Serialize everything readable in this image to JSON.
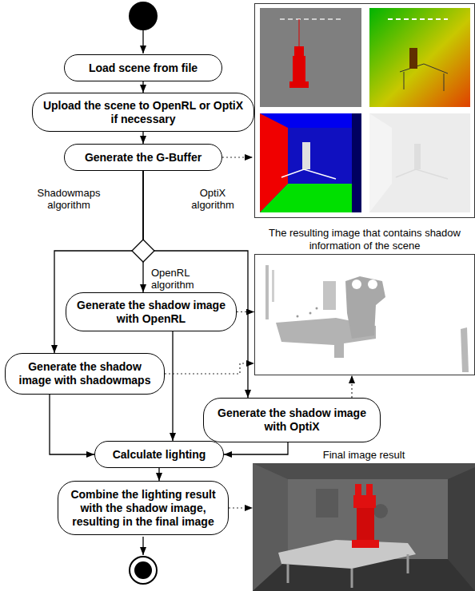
{
  "diagram": {
    "nodes": [
      {
        "text": [
          "Load scene from file"
        ]
      },
      {
        "text": [
          "Upload the scene to OpenRL or OptiX if necessary"
        ]
      },
      {
        "text": [
          "Generate the G-Buffer"
        ]
      },
      {
        "text": [
          "The resulting image that contains shadow information of the scene"
        ]
      },
      {
        "text": [
          "Generate the shadow image with OpenRL"
        ]
      },
      {
        "text": [
          "Generate the shadow image with shadowmaps"
        ]
      },
      {
        "text": [
          "Generate the shadow image with OptiX"
        ]
      },
      {
        "text": [
          "Calculate lighting"
        ]
      },
      {
        "text": [
          "Final image result"
        ]
      },
      {
        "text": [
          "Combine the lighting result with the shadow image, resulting in the final image"
        ]
      }
    ],
    "edges": [
      {
        "from": 0,
        "to": 1,
        "arrow": "to"
      },
      {
        "from": 1,
        "to": 2,
        "arrow": "to"
      },
      {
        "from": 2,
        "to": 5,
        "label": "Shadowmaps algorithm",
        "arrow": "to"
      },
      {
        "from": 2,
        "to": 4,
        "label": "OpenRL algorithm",
        "arrow": "to"
      },
      {
        "from": 2,
        "to": 6,
        "label": "OptiX algorithm",
        "arrow": "to"
      },
      {
        "from": 4,
        "to": 3,
        "arrow": "to"
      },
      {
        "from": 5,
        "to": 3,
        "arrow": "to"
      },
      {
        "from": 6,
        "to": 3,
        "arrow": "to"
      },
      {
        "from": 4,
        "to": 7,
        "arrow": "to"
      },
      {
        "from": 5,
        "to": 7,
        "arrow": "to"
      },
      {
        "from": 6,
        "to": 7,
        "arrow": "to"
      },
      {
        "from": 7,
        "to": 9,
        "arrow": "to"
      },
      {
        "from": 9,
        "to": 8,
        "arrow": "to"
      }
    ]
  }
}
